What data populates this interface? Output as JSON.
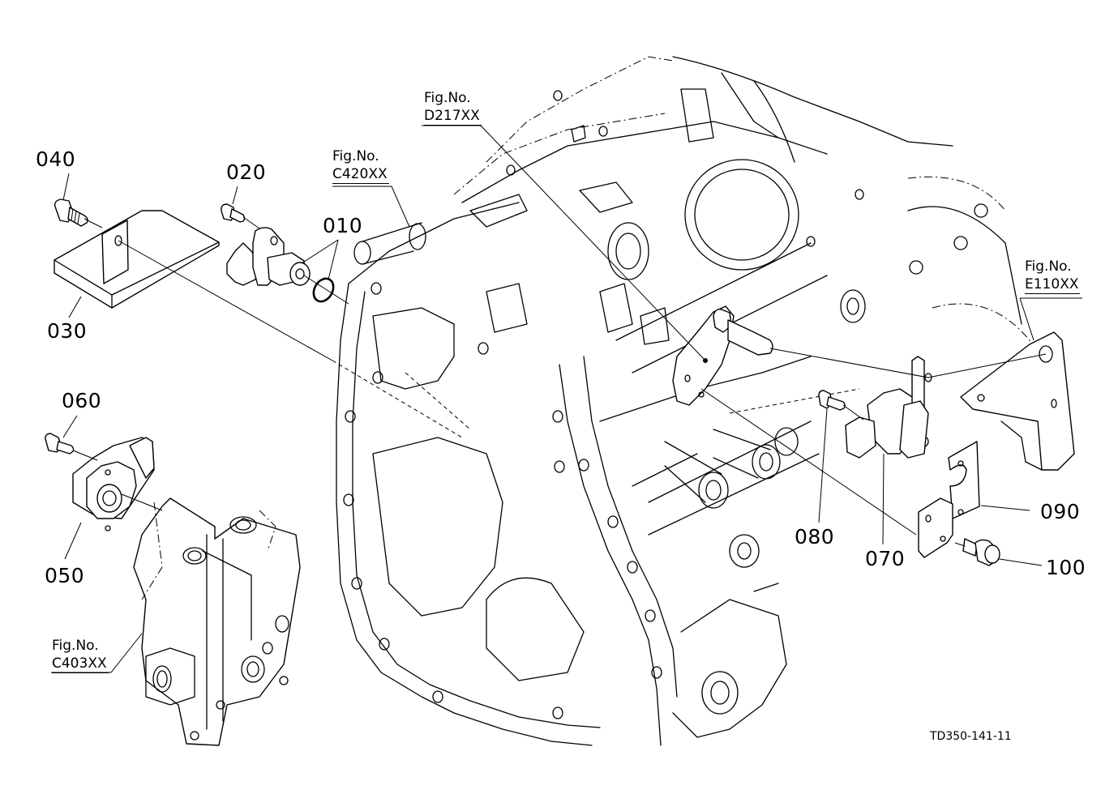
{
  "diagram": {
    "drawing_id": "TD350-141-11",
    "parts": [
      {
        "no": "010"
      },
      {
        "no": "020"
      },
      {
        "no": "030"
      },
      {
        "no": "040"
      },
      {
        "no": "050"
      },
      {
        "no": "060"
      },
      {
        "no": "070"
      },
      {
        "no": "080"
      },
      {
        "no": "090"
      },
      {
        "no": "100"
      }
    ],
    "figure_refs": [
      {
        "prefix": "Fig.No.",
        "code": "D217XX"
      },
      {
        "prefix": "Fig.No.",
        "code": "C420XX"
      },
      {
        "prefix": "Fig.No.",
        "code": "E110XX"
      },
      {
        "prefix": "Fig.No.",
        "code": "C403XX"
      }
    ]
  }
}
